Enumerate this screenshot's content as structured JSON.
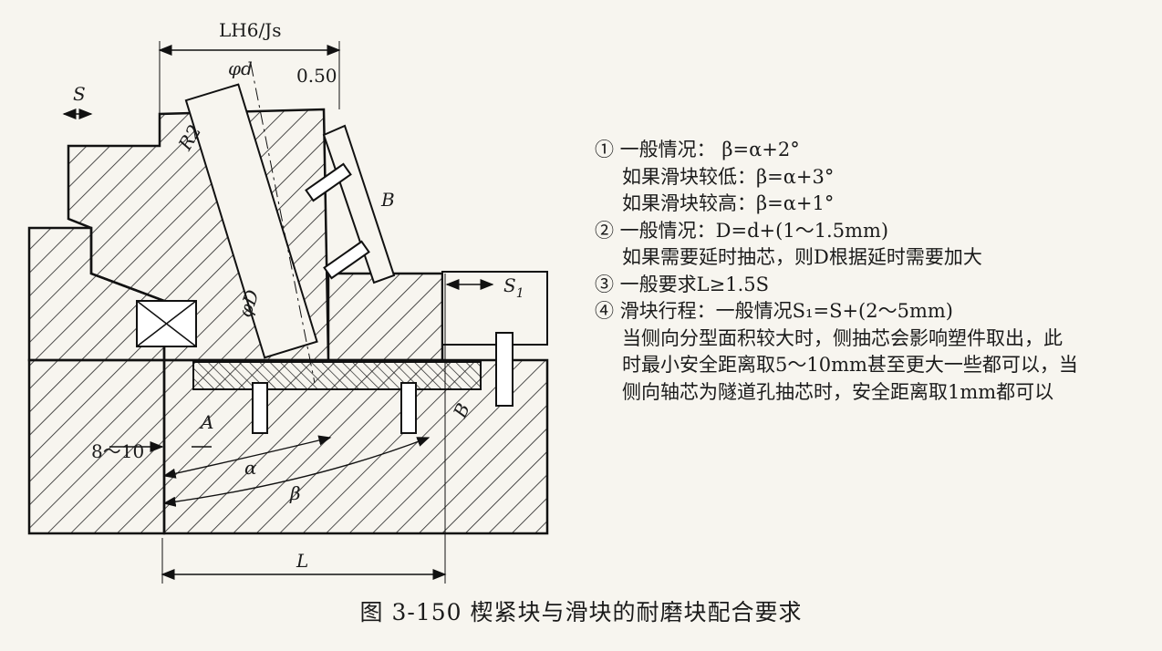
{
  "diagram": {
    "dim_labels": {
      "lh6_js": "LH6/Js",
      "phi_d": "φd",
      "gap": "0.50",
      "s": "S",
      "r2": "R2",
      "b_upper": "B",
      "phi_D": "φD",
      "s1_letter": "S",
      "s1_sub": "1",
      "a": "A",
      "b_lower": "B",
      "dist_8_10": "8～10",
      "alpha": "α",
      "beta": "β",
      "l": "L"
    }
  },
  "notes": {
    "n1_main": "① 一般情况：  β=α+2°",
    "n1_low": "如果滑块较低：β=α+3°",
    "n1_high": "如果滑块较高：β=α+1°",
    "n2_main": "② 一般情况：D=d+(1～1.5mm)",
    "n2_delay": "如果需要延时抽芯，则D根据延时需要加大",
    "n3_main": "③ 一般要求L≥1.5S",
    "n4_main": "④ 滑块行程：一般情况S₁=S+(2～5mm)",
    "n4_line2": "当侧向分型面积较大时，侧抽芯会影响塑件取出，此",
    "n4_line3": "时最小安全距离取5～10mm甚至更大一些都可以，当",
    "n4_line4": "侧向轴芯为隧道孔抽芯时，安全距离取1mm都可以"
  },
  "caption": "图 3-150   楔紧块与滑块的耐磨块配合要求"
}
